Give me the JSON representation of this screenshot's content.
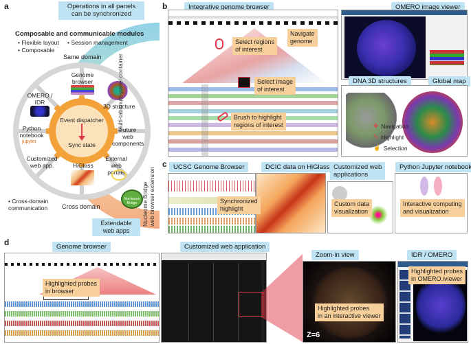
{
  "panel_letters": [
    "a",
    "b",
    "c",
    "d"
  ],
  "panel_a": {
    "sync_note": "Operations in all panels\ncan be synchronized",
    "modules_title": "Composable and communicable modules",
    "bullets": [
      "Flexible layout",
      "Composable",
      "Session management"
    ],
    "same_domain": "Same domain",
    "cross_domain": "Cross domain",
    "side_label": "Multi-tab/multi-panel container",
    "bridge_label": "Nucleome Bridge\nweb browser extension",
    "cross_domain_bullet": "• Cross-domain\n  communication",
    "extendable": "Extendable\nweb apps",
    "hub_top": "Event dispatcher",
    "hub_bottom": "Sync state",
    "segments": [
      "Genome\nbrowser",
      "3D structure",
      "Future\nweb\ncomponents",
      "External\nweb portals",
      "HiGlass",
      "Customized\nweb app.",
      "Python\nnotebook",
      "OMERO /\nIDR"
    ],
    "jupyter_word": "jupyter",
    "extension_word": "Nucleome Bridge"
  },
  "panel_b": {
    "title": "Integrative genome browser",
    "omero_title": "OMERO image viewer",
    "dna3d_title": "DNA 3D structures",
    "global_map": "Global map",
    "notes": [
      "Select regions\nof interest",
      "Navigate\ngenome",
      "Select image\nof interest",
      "Brush to highlight\nregions of interest"
    ],
    "legend": [
      "Navigation",
      "Highlight",
      "Selection"
    ]
  },
  "panel_c": {
    "ucsc": "UCSC Genome Browser",
    "dcic": "DCIC data on HiGlass",
    "custom_web": "Customized web\napplications",
    "jupyter": "Python Jupyter notebook",
    "sync_highlight": "Synchronized\nhighlight",
    "custom_viz": "Custom data\nvisualization",
    "interactive": "Interactive computing\nand visualization"
  },
  "panel_d": {
    "genome_browser": "Genome browser",
    "custom_app": "Customized web application",
    "zoom": "Zoom-in view",
    "idr": "IDR / OMERO",
    "probes_browser": "Highlighted probes\nin browser",
    "probes_viewer": "Highlighted probes\nin an interactive viewer",
    "probes_omero": "Highlighted probes\nin OMERO.iviewer",
    "z_label": "Z=6"
  },
  "colors": {
    "blue_tag": "#bfe3f2",
    "orange_tag": "#f7cf9a",
    "ring_gray": "#c8c8c8",
    "hub_orange": "#f3a23a",
    "pink_arrow": "#e23a4a"
  }
}
